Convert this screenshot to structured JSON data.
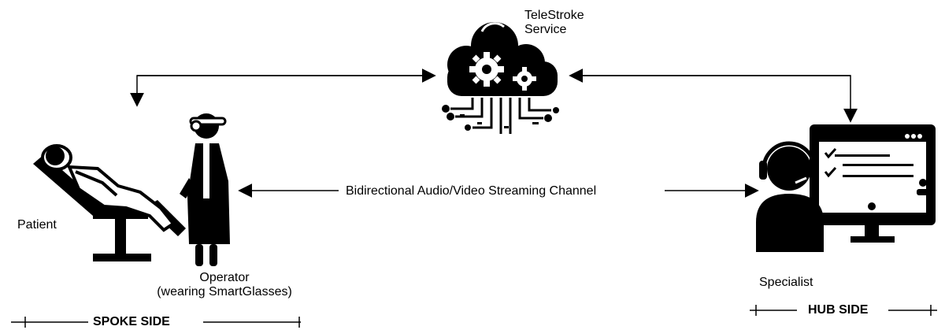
{
  "cloud": {
    "line1": "TeleStroke",
    "line2": "Service"
  },
  "patient": {
    "label": "Patient"
  },
  "operator": {
    "line1": "Operator",
    "line2": "(wearing SmartGlasses)"
  },
  "stream": {
    "label": "Bidirectional Audio/Video Streaming Channel"
  },
  "specialist": {
    "label": "Specialist"
  },
  "spoke": {
    "label": "SPOKE SIDE"
  },
  "hub": {
    "label": "HUB SIDE"
  },
  "colors": {
    "ink": "#000000",
    "background": "#ffffff"
  }
}
